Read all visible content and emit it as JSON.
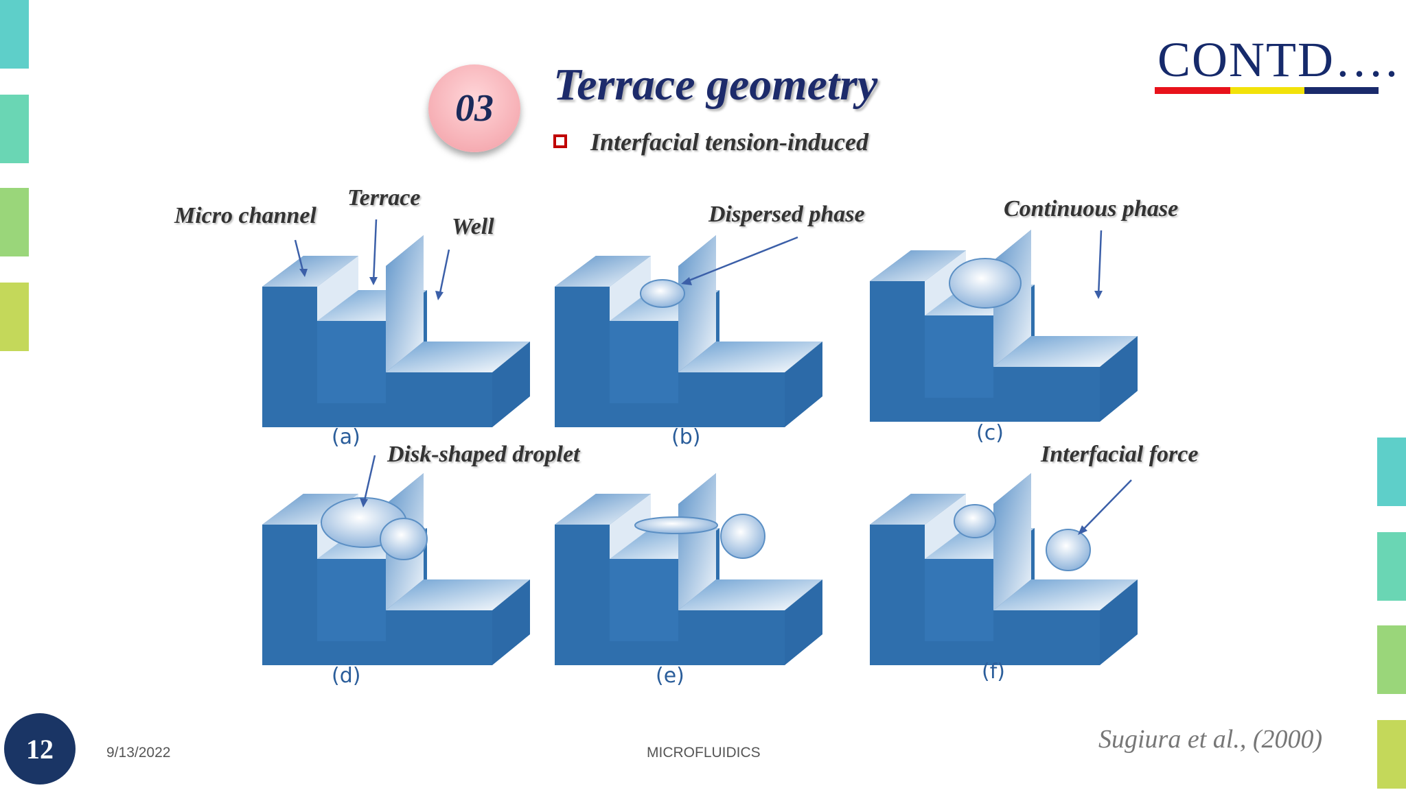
{
  "slide": {
    "badge_number": "03",
    "title": "Terrace geometry",
    "subtitle": "Interfacial tension-induced",
    "corner_title": "CONTD….",
    "page_number": "12",
    "date": "9/13/2022",
    "footer_text": "MICROFLUIDICS",
    "citation": "Sugiura et al., (2000)"
  },
  "figure": {
    "annotations": {
      "micro_channel": "Micro channel",
      "terrace": "Terrace",
      "well": "Well",
      "dispersed_phase": "Dispersed phase",
      "continuous_phase": "Continuous phase",
      "disk_droplet": "Disk-shaped droplet",
      "interfacial_force": "Interfacial force"
    },
    "panels": [
      "(a)",
      "(b)",
      "(c)",
      "(d)",
      "(e)",
      "(f)"
    ]
  },
  "colors": {
    "left_bars": [
      "#5ecfc9",
      "#6ad6b4",
      "#9ad67a",
      "#c4d85a"
    ],
    "right_bars": [
      "#5ecfc9",
      "#6ad6b4",
      "#9ad67a",
      "#c4d85a"
    ],
    "contd_underline": [
      "#e8121b",
      "#f2e20a",
      "#1a2a6b"
    ],
    "block_blue": "#2f6fad",
    "title_navy": "#1d2b6b"
  }
}
